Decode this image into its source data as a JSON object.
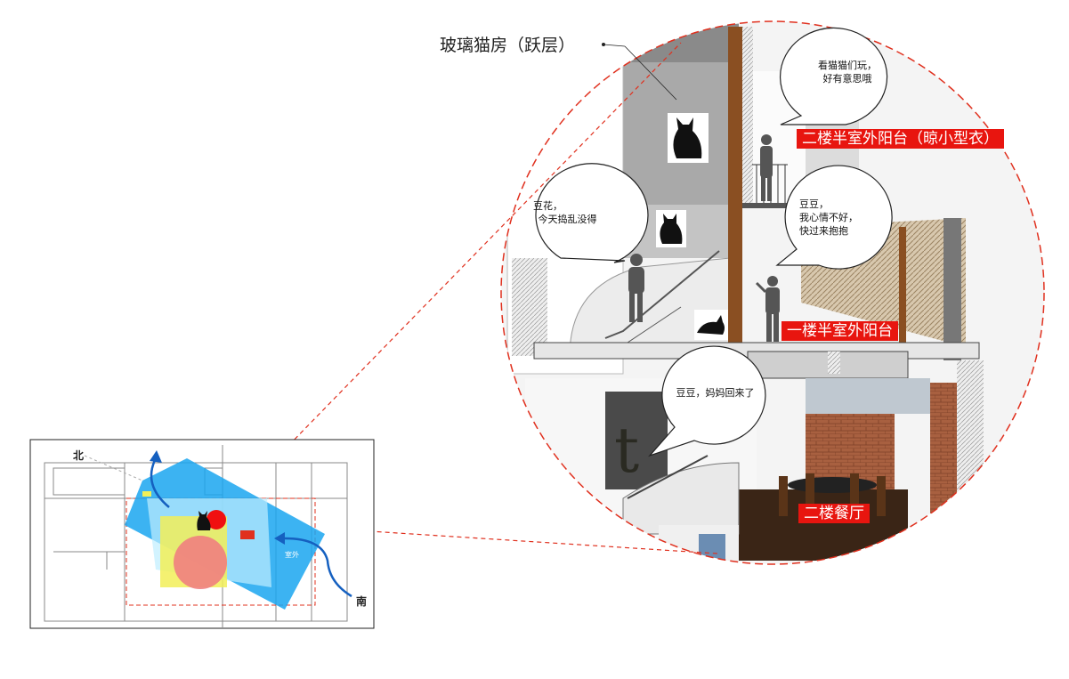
{
  "title": "玻璃猫房（跃层）",
  "labels": {
    "balcony_upper": "二楼半室外阳台（晾小型衣）",
    "balcony_mid": "一楼半室外阳台",
    "dining": "二楼餐厅"
  },
  "bubbles": {
    "b1": [
      "看猫猫们玩，",
      "好有意思哦"
    ],
    "b2": [
      "豆花，",
      "今天捣乱没得"
    ],
    "b3": [
      "豆豆，",
      "我心情不好，",
      "快过来抱抱"
    ],
    "b4": [
      "豆豆，妈妈回来了"
    ]
  },
  "plan": {
    "north": "北",
    "south": "南",
    "outdoor": "室外"
  },
  "colors": {
    "accent_red": "#e8150f",
    "dash_red": "#e0301e",
    "glass_blue": "#1aa6f0"
  }
}
